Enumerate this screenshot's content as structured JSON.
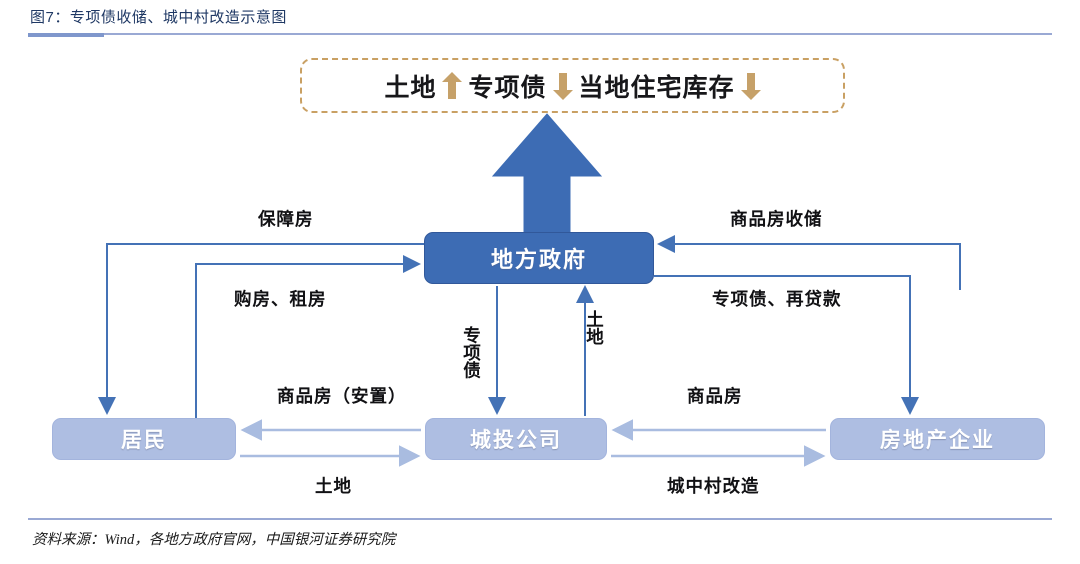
{
  "figure": {
    "title": "图7：专项债收储、城中村改造示意图",
    "source": "资料来源：Wind，各地方政府官网，中国银河证券研究院"
  },
  "banner": {
    "name": "outcome-banner",
    "items": [
      {
        "text": "土地",
        "arrow": "up",
        "arrow_name": "arrow-up-icon"
      },
      {
        "text": "专项债",
        "arrow": "down",
        "arrow_name": "arrow-down-icon"
      },
      {
        "text": "当地住宅库存",
        "arrow": "down",
        "arrow_name": "arrow-down-icon"
      }
    ]
  },
  "nodes": {
    "government": "地方政府",
    "residents": "居民",
    "city_investment": "城投公司",
    "developer": "房地产企业"
  },
  "edges": {
    "baozhangfang": "保障房",
    "goufang_zufang": "购房、租房",
    "shangpinfang_shouchu": "商品房收储",
    "zhuanxiangzhai_zaidaikuan": "专项债、再贷款",
    "zhuanxiangzhai": "专项债",
    "tudi_center": "土地",
    "shangpinfang_anzhi": "商品房（安置）",
    "tudi_bottom": "土地",
    "shangpinfang": "商品房",
    "chengzhongcun_gaizao": "城中村改造"
  },
  "colors": {
    "title_blue": "#1f3864",
    "rule_blue": "#9aa9d4",
    "gov_box": "#3d6cb4",
    "lite_box": "#aebee2",
    "dashed_border": "#c9a063",
    "banner_arrow": "#c6a169",
    "wire_dark": "#4472b6",
    "wire_light": "#a9bce0"
  }
}
